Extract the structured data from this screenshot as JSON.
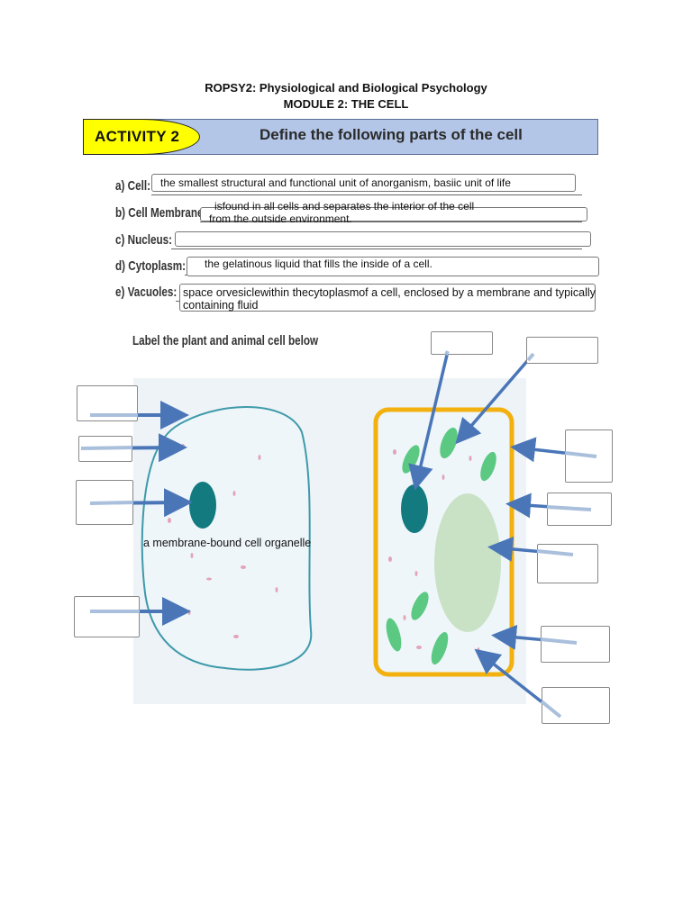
{
  "header": {
    "course": "ROPSY2: Physiological and Biological Psychology",
    "module": "MODULE 2: THE CELL"
  },
  "activity": {
    "badge": "ACTIVITY 2",
    "instruction": "Define the following parts of the cell"
  },
  "definitions": [
    {
      "term": "a) Cell:",
      "answer_line1": "the smallest structural and functional unit of anorganism, basiic unit of life",
      "answer_line2": ""
    },
    {
      "term": "b) Cell Membrane:",
      "answer_line1": "isfound in all cells and separates the interior of the cell",
      "answer_line2": "from the outside environment."
    },
    {
      "term": "c) Nucleus:",
      "answer_line1": "",
      "answer_line2": ""
    },
    {
      "term": "d) Cytoplasm:",
      "answer_line1": "the gelatinous liquid that fills the inside of a cell.",
      "answer_line2": ""
    },
    {
      "term": "e) Vacuoles:",
      "answer_line1": "space orvesiclewithin thecytoplasmof a cell, enclosed by a membrane and typically",
      "answer_line2": "containing fluid"
    }
  ],
  "labeling": {
    "instruction": "Label the plant and animal cell below",
    "animal_cell_note": "a membrane-bound cell organelle"
  },
  "colors": {
    "banner": "#b4c6e7",
    "badge": "#ffff00",
    "arrow": "#4a76b8",
    "nucleus": "#137a7f",
    "chloroplast": "#5cc983",
    "vacuole": "#c9e2c5",
    "cell_wall": "#f2b10e",
    "animal_membrane": "#3e9aaa"
  }
}
